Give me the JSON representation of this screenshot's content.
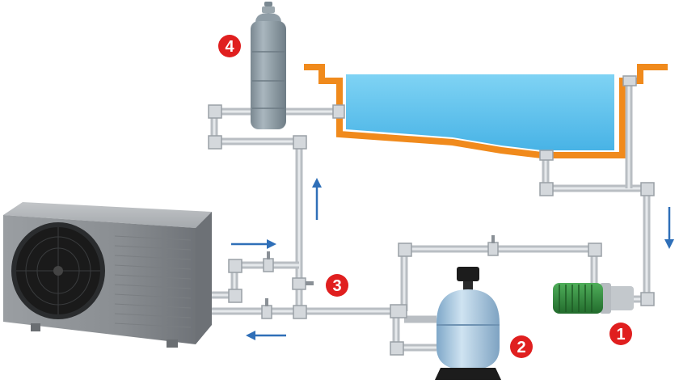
{
  "badges": {
    "pump": "1",
    "filter": "2",
    "valves": "3",
    "chlorinator": "4"
  },
  "colors": {
    "pool_water": "#5fc3ee",
    "pool_wall": "#f08a1c",
    "pipe": "#b9bec3",
    "heat_pump": "#8a8e92",
    "fan": "#1a1a1a",
    "pump": "#2f8a3a",
    "filter": "#8fb6d6",
    "chlorinator": "#8f9da6",
    "badge": "#e01f1f",
    "flow_arrow": "#2f6fb8"
  },
  "icons": {
    "heat_pump": "heat-pump-icon",
    "pump": "pump-motor-icon",
    "filter": "sand-filter-icon",
    "chlorinator": "chlorinator-icon"
  }
}
